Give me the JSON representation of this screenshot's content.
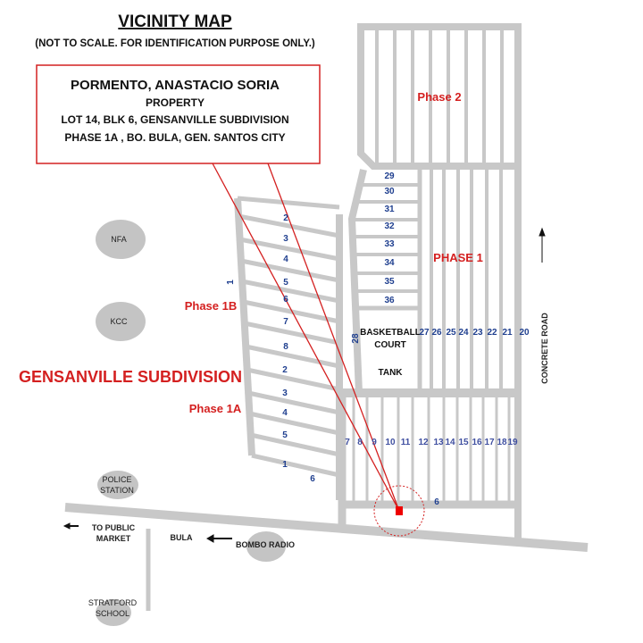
{
  "header": {
    "title": "VICINITY MAP",
    "subtitle": "(NOT TO SCALE. FOR IDENTIFICATION PURPOSE ONLY.)"
  },
  "callout": {
    "owner": "PORMENTO, ANASTACIO SORIA",
    "type": "PROPERTY",
    "line1": "LOT 14, BLK 6, GENSANVILLE SUBDIVISION",
    "line2": "PHASE 1A , BO. BULA,  GEN. SANTOS CITY"
  },
  "areas": {
    "phase2": "Phase 2",
    "phase1": "PHASE 1",
    "phase1b": "Phase 1B",
    "phase1a": "Phase 1A",
    "subdivision": "GENSANVILLE SUBDIVISION",
    "basketball_line1": "BASKETBALL",
    "basketball_line2": "COURT",
    "tank": "TANK"
  },
  "landmarks": {
    "nfa": "NFA",
    "kcc": "KCC",
    "police_line1": "POLICE",
    "police_line2": "STATION",
    "to_market_line1": "TO PUBLIC",
    "to_market_line2": "MARKET",
    "bula": "BULA",
    "bombo": "BOMBO RADIO",
    "school_line1": "STRATFORD",
    "school_line2": "SCHOOL",
    "concrete_road": "CONCRETE ROAD"
  },
  "lots": {
    "phase1_left": [
      "29",
      "30",
      "31",
      "32",
      "33",
      "34",
      "35",
      "36"
    ],
    "phase1_row": [
      "27",
      "26",
      "25",
      "24",
      "23",
      "22",
      "21",
      "20"
    ],
    "lot28": "28",
    "bottom_row": [
      "7",
      "8",
      "9",
      "10",
      "11",
      "12",
      "13",
      "14",
      "15",
      "16",
      "17",
      "18",
      "19"
    ],
    "bottom_lot6": "6",
    "phase1b": [
      "2",
      "3",
      "4",
      "5",
      "6",
      "7",
      "8"
    ],
    "phase1b_side": "1",
    "phase1a": [
      "2",
      "3",
      "4",
      "5",
      "1"
    ],
    "phase1a_lot6": "6"
  },
  "colors": {
    "accent": "#d42020",
    "lot_text": "#1f3f8f",
    "road": "#c8c8c8",
    "landmark": "#c4c4c4"
  }
}
